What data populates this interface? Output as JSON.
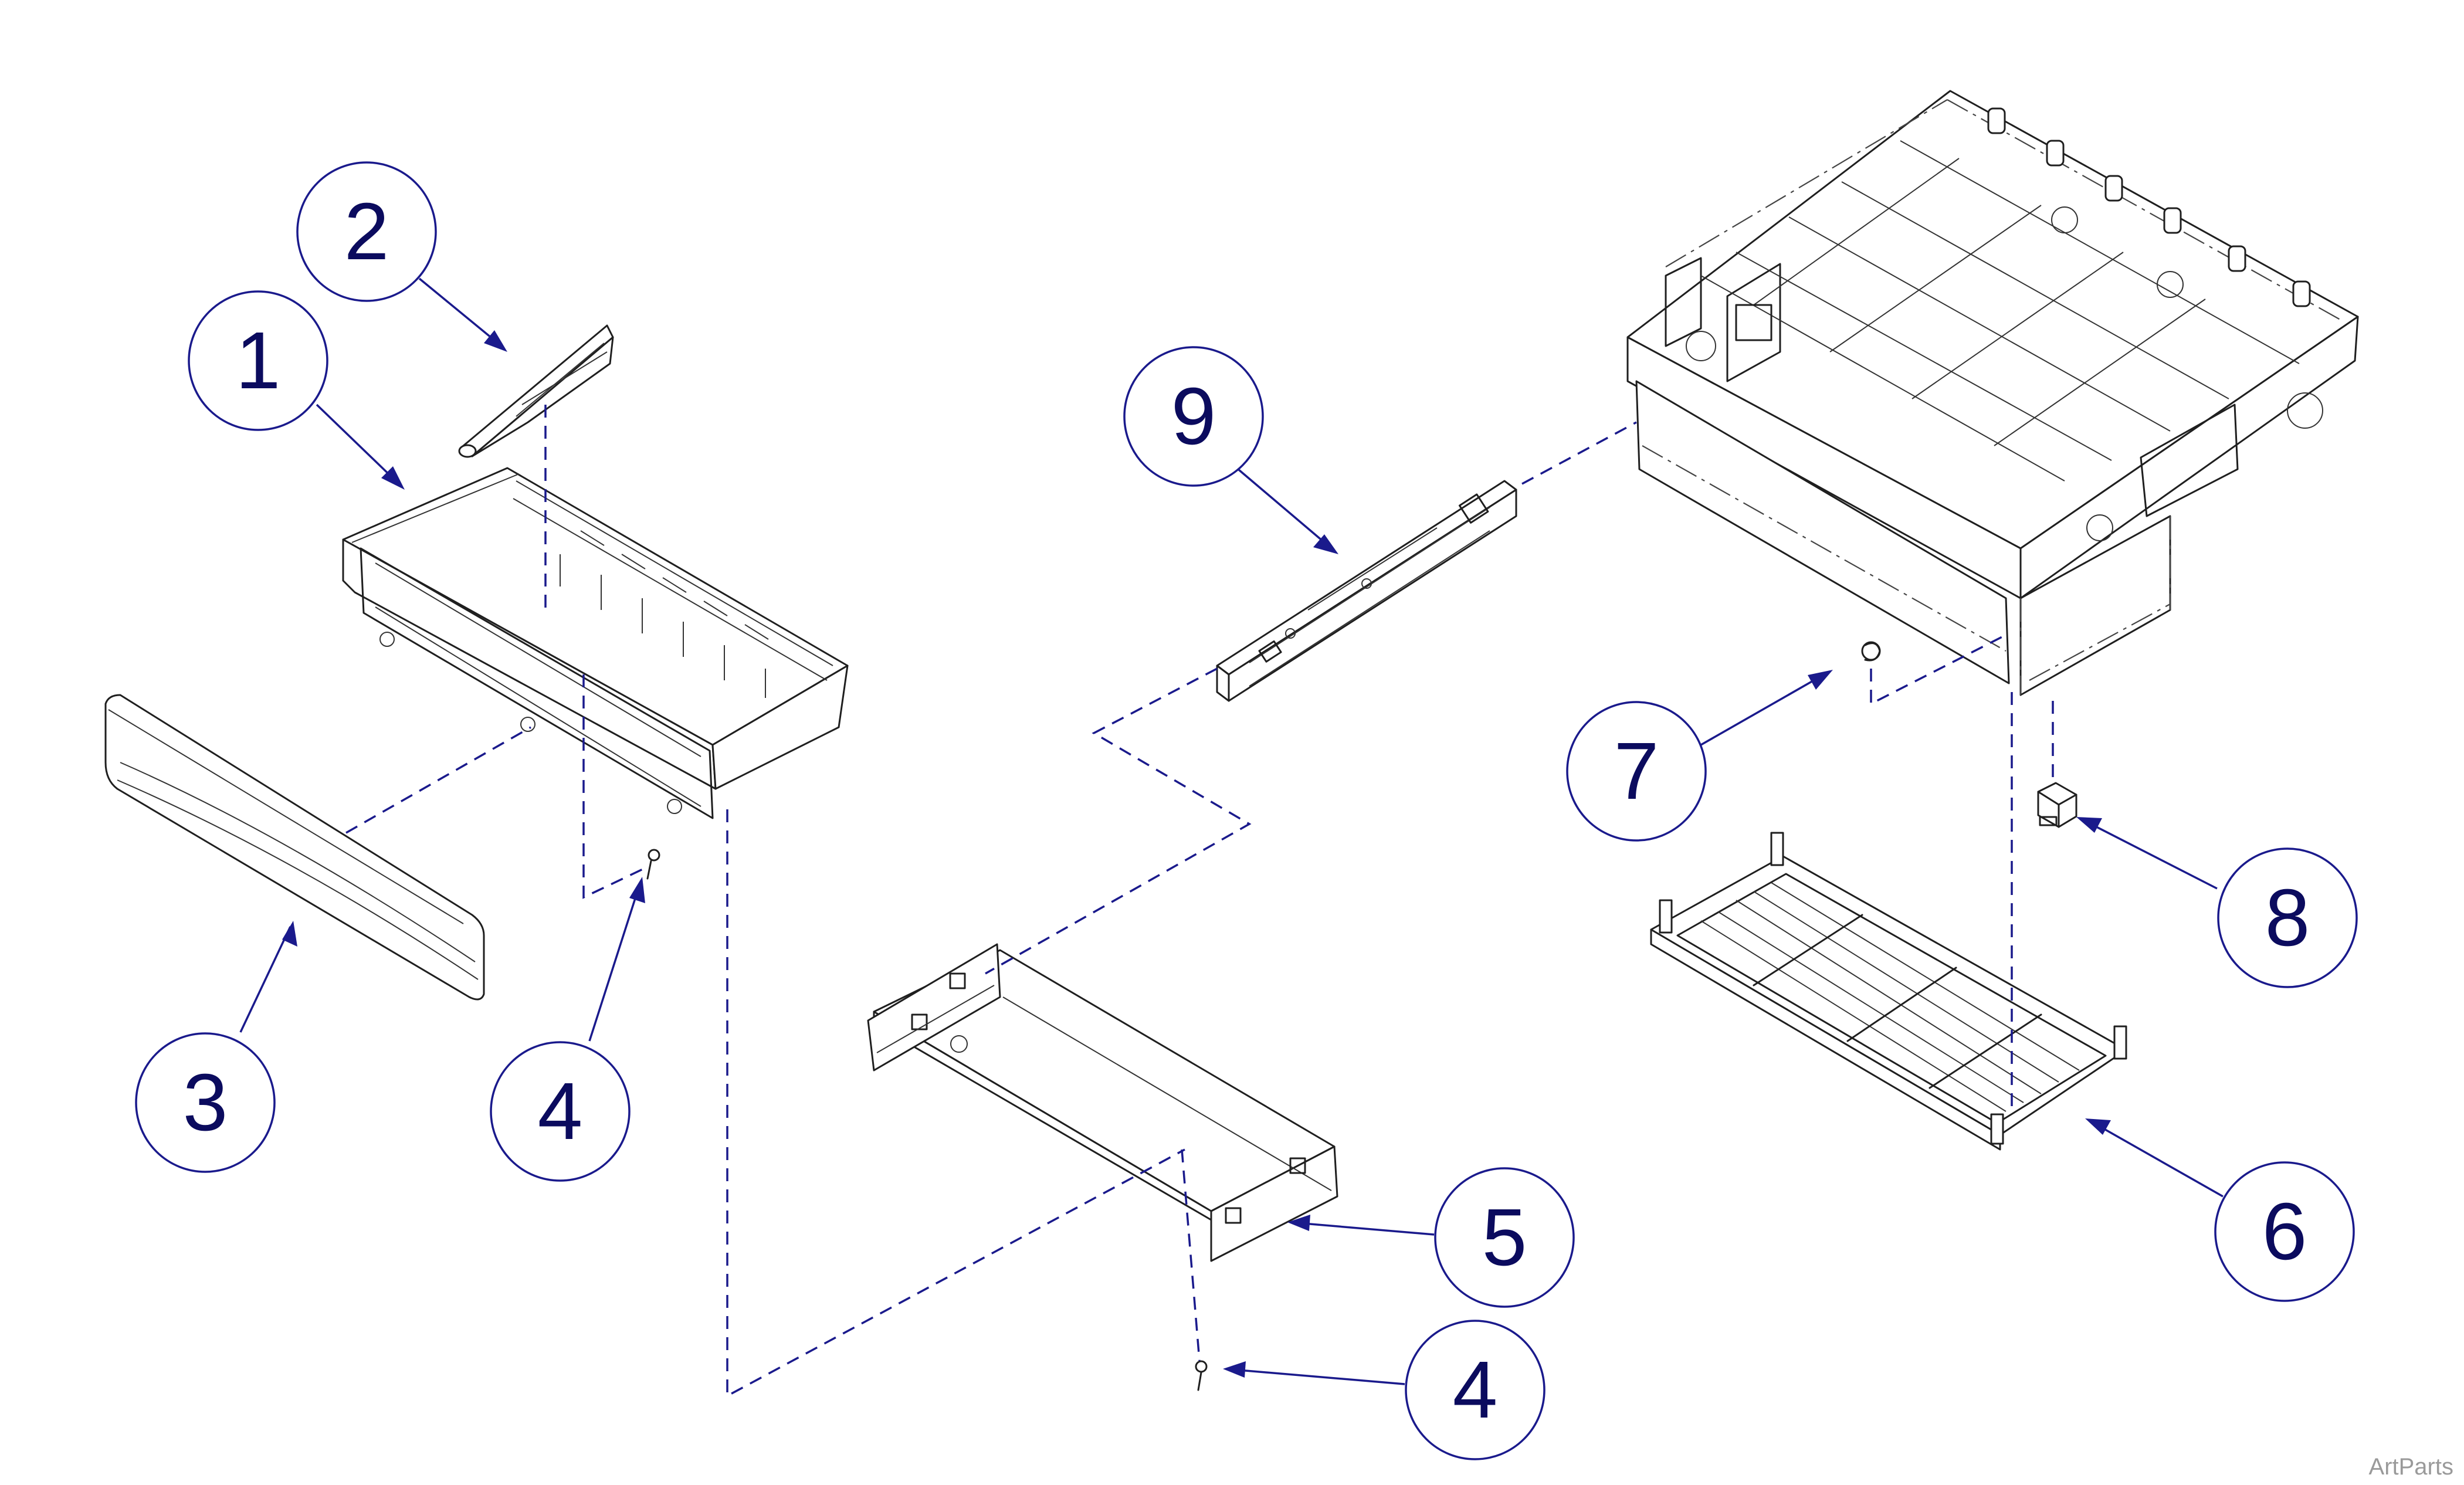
{
  "callouts": [
    {
      "id": "1",
      "label": "1"
    },
    {
      "id": "2",
      "label": "2"
    },
    {
      "id": "3",
      "label": "3"
    },
    {
      "id": "4a",
      "label": "4"
    },
    {
      "id": "4b",
      "label": "4"
    },
    {
      "id": "5",
      "label": "5"
    },
    {
      "id": "6",
      "label": "6"
    },
    {
      "id": "7",
      "label": "7"
    },
    {
      "id": "8",
      "label": "8"
    },
    {
      "id": "9",
      "label": "9"
    }
  ],
  "watermark": "ArtParts",
  "colors": {
    "callout": "#1a1a8c",
    "line_art": "#1f1f1f",
    "watermark": "#9a9a9a"
  }
}
